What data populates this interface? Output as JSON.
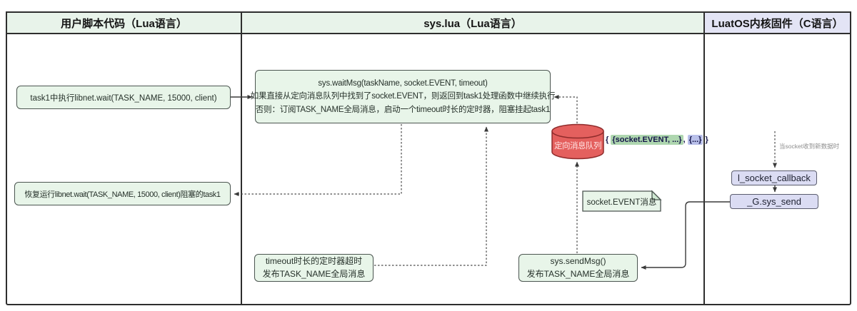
{
  "lanes": [
    {
      "title": "用户脚本代码（Lua语言）"
    },
    {
      "title": "sys.lua（Lua语言）"
    },
    {
      "title": "LuatOS内核固件（C语言）"
    }
  ],
  "nodes": {
    "task1_wait": "task1中执行libnet.wait(TASK_NAME, 15000, client)",
    "resume_task1": "恢复运行libnet.wait(TASK_NAME, 15000, client)阻塞的task1",
    "waitmsg": {
      "title": "sys.waitMsg(taskName, socket.EVENT, timeout)",
      "line2": "如果直接从定向消息队列中找到了socket.EVENT，则返回到task1处理函数中继续执行",
      "line3": "否则：订阅TASK_NAME全局消息，启动一个timeout时长的定时器，阻塞挂起task1"
    },
    "queue": {
      "label": "定向消息队列",
      "content_open": "{ ",
      "content_item1": "{socket.EVENT, ...}",
      "content_sep": ", ",
      "content_item2": "{...}",
      "content_close": " }"
    },
    "socket_event_note": "socket.EVENT消息",
    "timer_timeout": {
      "line1": "timeout时长的定时器超时",
      "line2": "发布TASK_NAME全局消息"
    },
    "sendmsg": {
      "line1": "sys.sendMsg()",
      "line2": "发布TASK_NAME全局消息"
    },
    "l_socket_callback": "l_socket_callback",
    "g_sys_send": "_G.sys_send",
    "socket_new_data_label": "当socket收到新数据时"
  },
  "colors": {
    "lane_header_green": "#e8f3ea",
    "lane_header_purple": "#e3e4f5",
    "node_green": "#e8f5e9",
    "node_purple": "#dbdcf3",
    "queue_red": "#e4605e",
    "queue_border": "#8f2b2b",
    "highlight_green": "#aed6af",
    "highlight_purple": "#b9c0ea",
    "border_dark": "#2e2e2e",
    "arrow": "#3a3a3a"
  }
}
